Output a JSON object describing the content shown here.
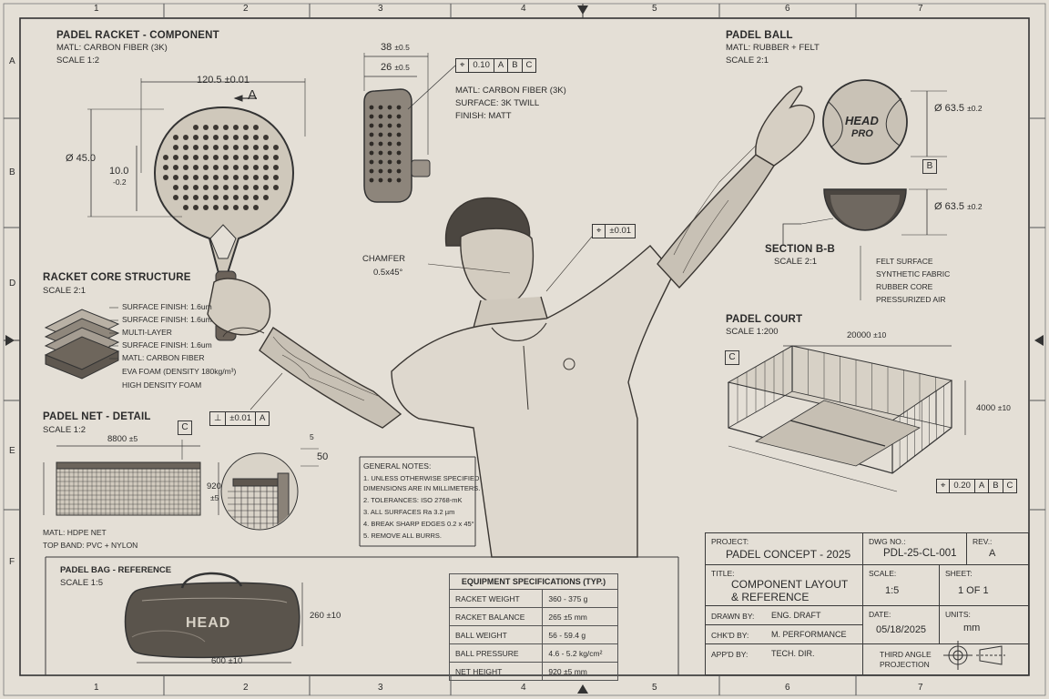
{
  "zones": {
    "cols": [
      "1",
      "2",
      "3",
      "4",
      "5",
      "6",
      "7"
    ],
    "rows": [
      "A",
      "B",
      "D",
      "E",
      "F"
    ]
  },
  "racket": {
    "title": "PADEL RACKET - COMPONENT",
    "matl": "MATL: CARBON FIBER (3K)",
    "scale": "SCALE  1:2",
    "dim_width": "120.5 ±0.01",
    "datum": "A",
    "dim_dia": "Ø 45.0",
    "dim_thick": "10.0",
    "dim_thick_tol": "-0.2"
  },
  "component": {
    "dim_top": "38",
    "dim_top_tol": "±0.5",
    "dim_mid": "26",
    "dim_mid_tol": "±0.5",
    "fcf": [
      "⌖",
      "0.10",
      "A",
      "B",
      "C"
    ],
    "matl": "MATL: CARBON FIBER (3K)",
    "surface": "SURFACE:  3K TWILL",
    "finish": "FINISH: MATT"
  },
  "ball": {
    "title": "PADEL BALL",
    "matl": "MATL: RUBBER + FELT",
    "scale": "SCALE  2:1",
    "logo_line1": "HEAD",
    "logo_line2": "PRO",
    "dim_dia": "Ø 63.5",
    "dim_tol": "±0.2",
    "datum": "B"
  },
  "section": {
    "title": "SECTION B-B",
    "scale": "SCALE  2:1",
    "dim_dia": "Ø 63.5",
    "dim_tol": "±0.2",
    "layers": [
      "FELT SURFACE",
      "SYNTHETIC FABRIC",
      "RUBBER CORE",
      "PRESSURIZED AIR"
    ]
  },
  "core": {
    "title": "RACKET CORE STRUCTURE",
    "scale": "SCALE  2:1",
    "layers": [
      "SURFACE FINISH: 1.6um",
      "SURFACE FINISH: 1.6um",
      "MULTI-LAYER",
      "SURFACE FINISH: 1.6um",
      "MATL: CARBON FIBER",
      "EVA FOAM (DENSITY 180kg/m³)",
      "HIGH DENSITY FOAM"
    ]
  },
  "player": {
    "chamfer": "CHAMFER",
    "chamfer_val": "0.5x45°",
    "fcf_shoulder": [
      "⌖",
      "±0.01"
    ],
    "fcf_arm": [
      "⊥",
      "±0.01",
      "A"
    ]
  },
  "court": {
    "title": "PADEL COURT",
    "scale": "SCALE  1:200",
    "dim_len": "20000",
    "dim_len_tol": "±10",
    "dim_h": "4000",
    "dim_h_tol": "±10",
    "datum": "C",
    "fcf": [
      "⌖",
      "0.20",
      "A",
      "B",
      "C"
    ]
  },
  "net": {
    "title": "PADEL NET - DETAIL",
    "scale": "SCALE  1:2",
    "datum": "C",
    "dim_len": "8800",
    "dim_len_tol": "±5",
    "dim_h": "920",
    "dim_h_tol": "±5",
    "matl": "MATL:  HDPE NET",
    "band": "TOP BAND:  PVC + NYLON",
    "detail_small": "5",
    "detail_big": "50"
  },
  "notes": {
    "title": "GENERAL NOTES:",
    "items": [
      "1.  UNLESS OTHERWISE SPECIFIED",
      "     DIMENSIONS ARE IN MILLIMETERS.",
      "2.  TOLERANCES: ISO 2768-mK",
      "3.  ALL SURFACES Ra 3.2 µm",
      "4.  BREAK SHARP EDGES 0.2 x 45°",
      "5.  REMOVE ALL BURRS."
    ]
  },
  "bag": {
    "title": "PADEL BAG - REFERENCE",
    "scale": "SCALE 1:5",
    "logo": "HEAD",
    "dim_h": "260 ±10",
    "dim_w": "600 ±10"
  },
  "specs": {
    "title": "EQUIPMENT SPECIFICATIONS (TYP.)",
    "rows": [
      [
        "RACKET WEIGHT",
        "360 - 375 g"
      ],
      [
        "RACKET BALANCE",
        "265 ±5 mm"
      ],
      [
        "BALL WEIGHT",
        "56 - 59.4 g"
      ],
      [
        "BALL PRESSURE",
        "4.6 - 5.2 kg/cm²"
      ],
      [
        "NET HEIGHT",
        "920 ±5 mm"
      ]
    ]
  },
  "title_block": {
    "project_label": "PROJECT:",
    "project": "PADEL CONCEPT - 2025",
    "dwg_label": "DWG NO.:",
    "dwg": "PDL-25-CL-001",
    "rev_label": "REV.:",
    "rev": "A",
    "title_label": "TITLE:",
    "title1": "COMPONENT LAYOUT",
    "title2": "& REFERENCE",
    "scale_label": "SCALE:",
    "scale": "1:5",
    "sheet_label": "SHEET:",
    "sheet": "1 OF 1",
    "drawn_label": "DRAWN BY:",
    "drawn": "ENG. DRAFT",
    "chkd_label": "CHK'D BY:",
    "chkd": "M. PERFORMANCE",
    "appd_label": "APP'D BY:",
    "appd": "TECH. DIR.",
    "date_label": "DATE:",
    "date": "05/18/2025",
    "units_label": "UNITS:",
    "units": "mm",
    "projection1": "THIRD ANGLE",
    "projection2": "PROJECTION"
  }
}
